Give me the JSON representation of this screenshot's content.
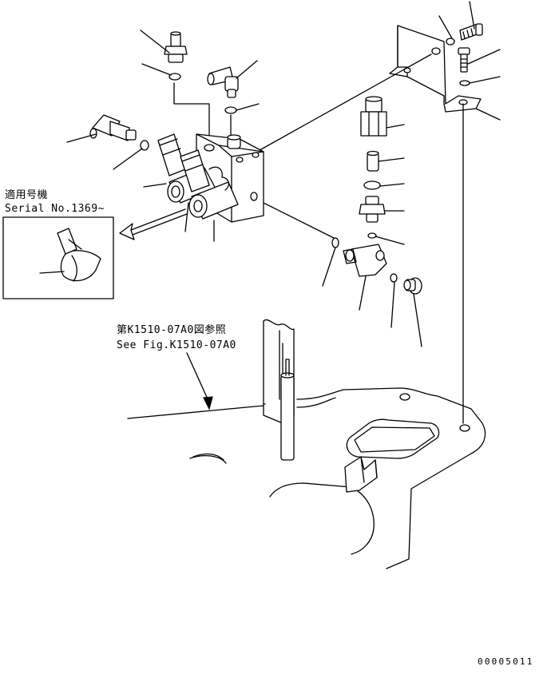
{
  "callouts": {
    "serial_applicability": {
      "line1": "適用号機",
      "line2": "Serial No.1369~"
    },
    "figure_reference": {
      "line1": "第K1510-07A0図参照",
      "line2": "See Fig.K1510-07A0"
    }
  },
  "drawing_code": "00005011"
}
